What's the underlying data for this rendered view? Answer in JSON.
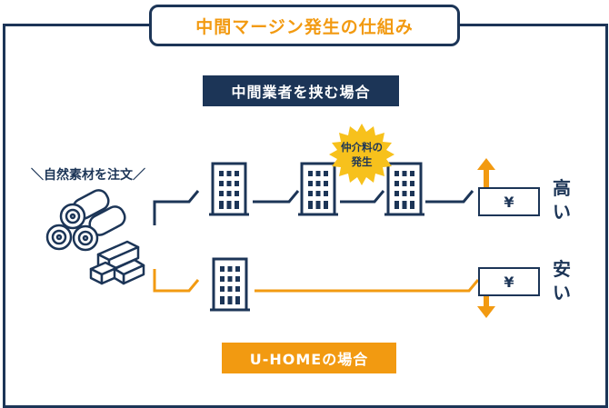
{
  "title": "中間マージン発生の仕組み",
  "scenario_middlemen": "中間業者を挟む場合",
  "scenario_uhome": "U-HOMEの場合",
  "order_label": "＼自然素材を注文／",
  "fee_badge": {
    "line1": "仲介料の",
    "line2": "発生"
  },
  "price_high": {
    "symbol": "¥",
    "word": "高い"
  },
  "price_low": {
    "symbol": "¥",
    "word": "安い"
  },
  "colors": {
    "navy": "#1c3557",
    "orange": "#f29a11",
    "badge_yellow": "#f7c11c"
  },
  "icons": [
    "lumber-logs-icon",
    "wood-blocks-icon",
    "building-icon",
    "up-arrow-icon",
    "down-arrow-icon"
  ]
}
